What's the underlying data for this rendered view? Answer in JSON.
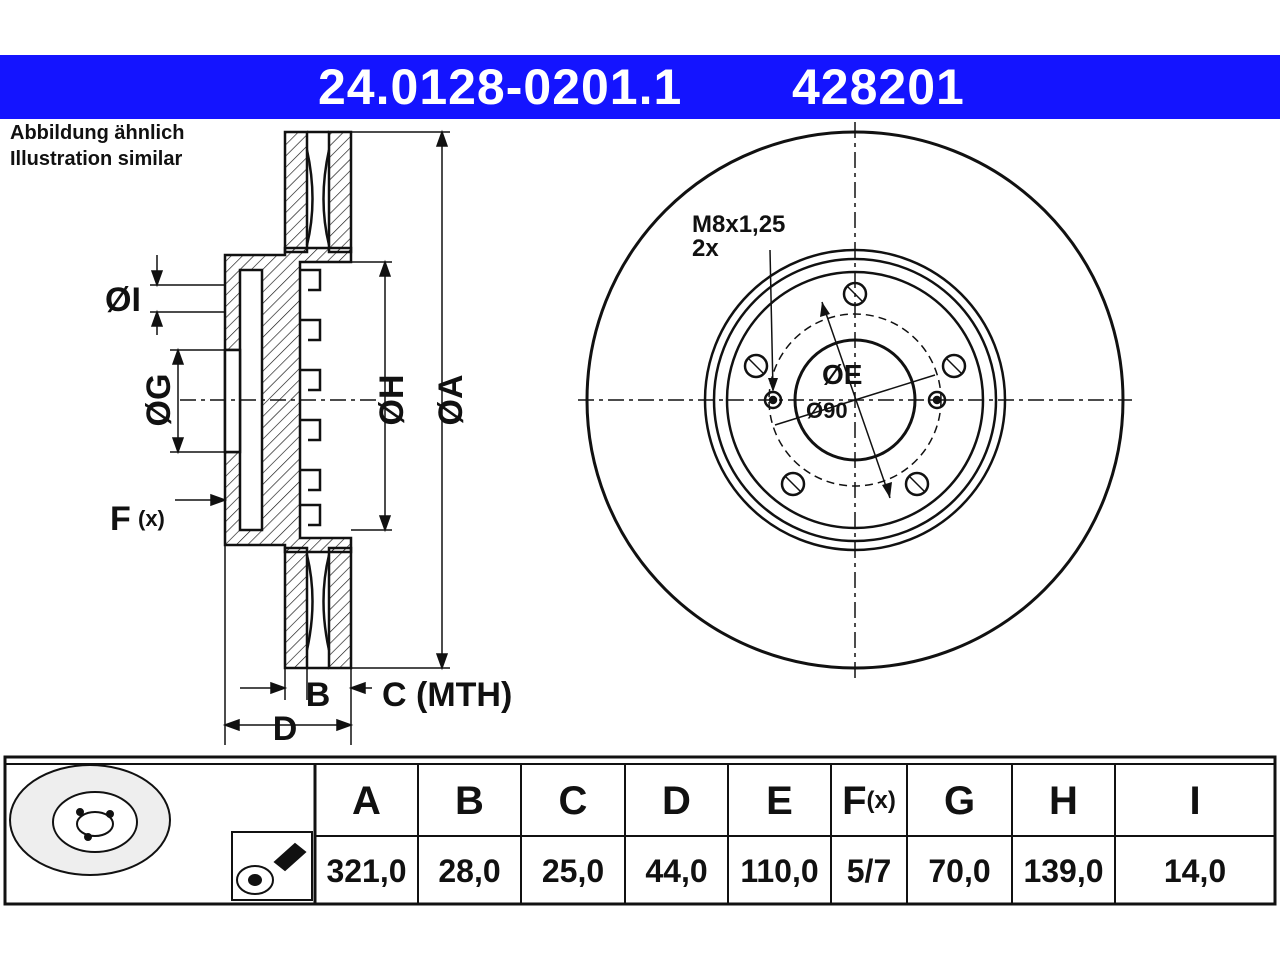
{
  "header": {
    "part_number": "24.0128-0201.1",
    "ate_number": "428201"
  },
  "note": {
    "line1": "Abbildung ähnlich",
    "line2": "Illustration similar"
  },
  "section_labels": {
    "I": "ØI",
    "G": "ØG",
    "F": "F",
    "F_sub": "(x)",
    "H": "ØH",
    "A": "ØA",
    "B": "B",
    "C": "C (MTH)",
    "D": "D"
  },
  "front_labels": {
    "thread": "M8x1,25",
    "thread_count": "2x",
    "E": "ØE",
    "pcd": "Ø90"
  },
  "table": {
    "columns": [
      {
        "key": "A",
        "label": "A",
        "value": "321,0"
      },
      {
        "key": "B",
        "label": "B",
        "value": "28,0"
      },
      {
        "key": "C",
        "label": "C",
        "value": "25,0"
      },
      {
        "key": "D",
        "label": "D",
        "value": "44,0"
      },
      {
        "key": "E",
        "label": "E",
        "value": "110,0"
      },
      {
        "key": "F",
        "label": "F",
        "label_sub": "(x)",
        "value": "5/7"
      },
      {
        "key": "G",
        "label": "G",
        "value": "70,0"
      },
      {
        "key": "H",
        "label": "H",
        "value": "139,0"
      },
      {
        "key": "I",
        "label": "I",
        "value": "14,0"
      }
    ]
  },
  "colors": {
    "header_bg": "#1414ff",
    "header_text": "#ffffff",
    "line": "#111111"
  }
}
